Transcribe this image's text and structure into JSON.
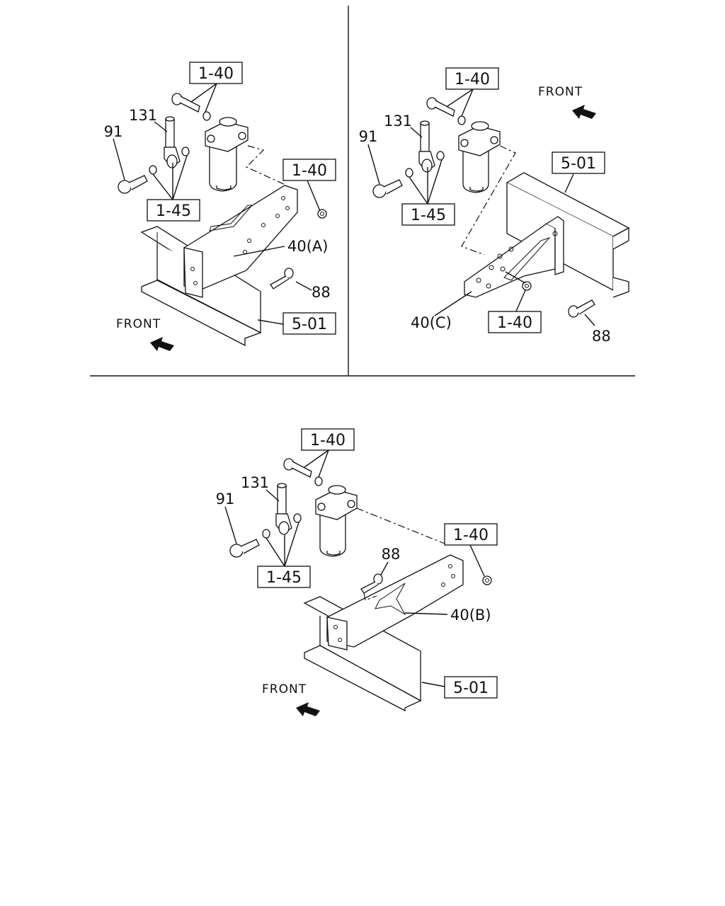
{
  "panels": [
    {
      "id": "A",
      "callouts": {
        "bolt_kit_top": "1-40",
        "pipe": "131",
        "eye_bolt": "91",
        "washers": "1-45",
        "nut_kit": "1-40",
        "bracket": "40(A)",
        "bolt": "88",
        "frame": "5-01"
      },
      "front_label": "FRONT"
    },
    {
      "id": "C",
      "callouts": {
        "bolt_kit_top": "1-40",
        "pipe": "131",
        "eye_bolt": "91",
        "washers": "1-45",
        "frame": "5-01",
        "bracket": "40(C)",
        "nut_kit": "1-40",
        "bolt": "88"
      },
      "front_label": "FRONT"
    },
    {
      "id": "B",
      "callouts": {
        "bolt_kit_top": "1-40",
        "pipe": "131",
        "eye_bolt": "91",
        "washers": "1-45",
        "bolt": "88",
        "nut_kit": "1-40",
        "bracket": "40(B)",
        "frame": "5-01"
      },
      "front_label": "FRONT"
    }
  ]
}
